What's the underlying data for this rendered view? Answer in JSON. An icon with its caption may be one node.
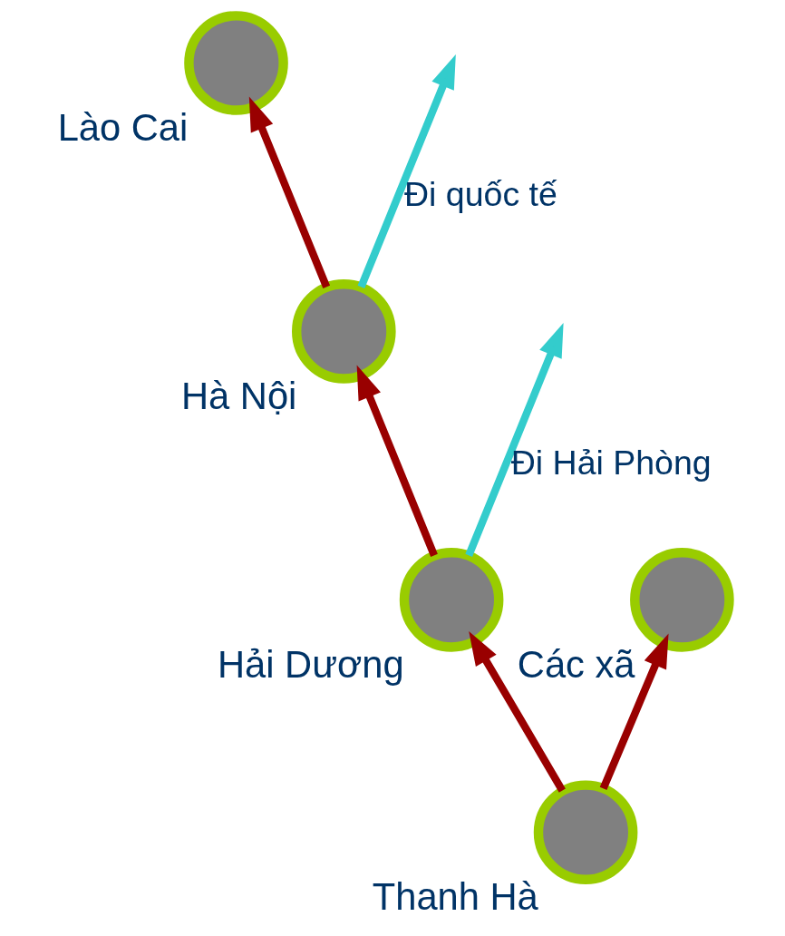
{
  "diagram": {
    "nodes": [
      {
        "text": [],
        "shape": "circle",
        "beside": [
          "Lào Cai"
        ]
      },
      {
        "text": [],
        "shape": "circle",
        "beside": [
          "Hà Nội"
        ]
      },
      {
        "text": [],
        "shape": "circle",
        "beside": [
          "Hải Dương"
        ]
      },
      {
        "text": [],
        "shape": "circle",
        "beside": [
          "Thanh Hà"
        ]
      },
      {
        "text": [],
        "shape": "circle",
        "beside": [
          "Các xã"
        ]
      }
    ],
    "edges": [
      {
        "from": 1,
        "to": null,
        "arrow": "to",
        "label": "Đi quốc tế",
        "color": "#33cccc"
      },
      {
        "from": 1,
        "to": 0,
        "arrow": "to"
      },
      {
        "from": 2,
        "to": 1,
        "arrow": "to"
      },
      {
        "from": 2,
        "to": null,
        "arrow": "to",
        "label": "Đi Hải Phòng",
        "color": "#33cccc"
      },
      {
        "from": 3,
        "to": 2,
        "arrow": "to"
      },
      {
        "from": 3,
        "to": 4,
        "arrow": "to"
      }
    ]
  }
}
